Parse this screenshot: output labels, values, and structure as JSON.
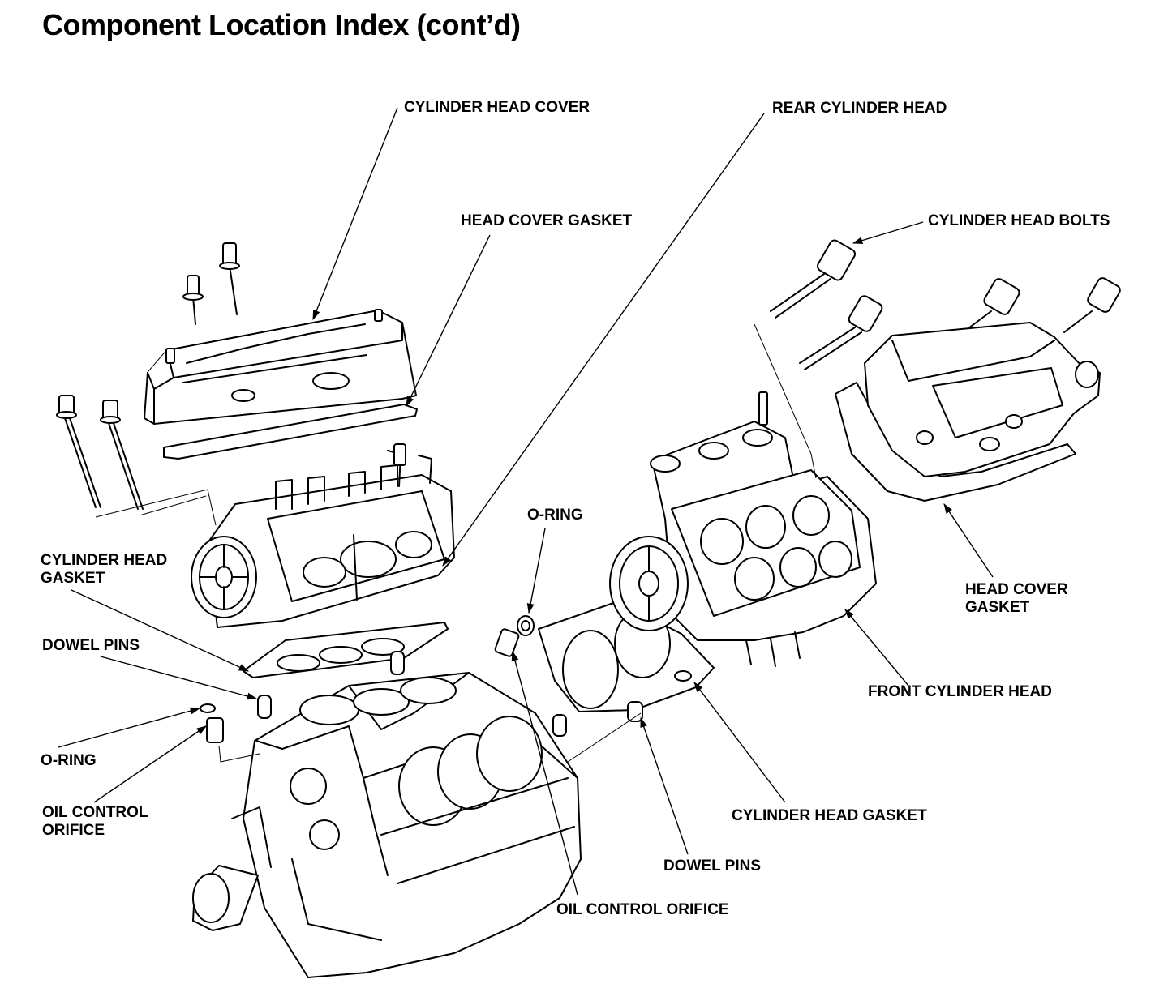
{
  "title": "Component Location Index (cont’d)",
  "labels": {
    "cylinder_head_cover": "CYLINDER HEAD COVER",
    "head_cover_gasket_top": "HEAD COVER GASKET",
    "rear_cylinder_head": "REAR CYLINDER HEAD",
    "cylinder_head_bolts": "CYLINDER HEAD BOLTS",
    "cylinder_head_gasket_left": "CYLINDER HEAD\nGASKET",
    "dowel_pins_left": "DOWEL PINS",
    "o_ring_left": "O-RING",
    "oil_control_orifice_left": "OIL CONTROL\nORIFICE",
    "o_ring_center": "O-RING",
    "head_cover_gasket_right": "HEAD COVER\nGASKET",
    "front_cylinder_head": "FRONT CYLINDER HEAD",
    "cylinder_head_gasket_center": "CYLINDER HEAD GASKET",
    "dowel_pins_center": "DOWEL PINS",
    "oil_control_orifice_center": "OIL CONTROL ORIFICE"
  }
}
